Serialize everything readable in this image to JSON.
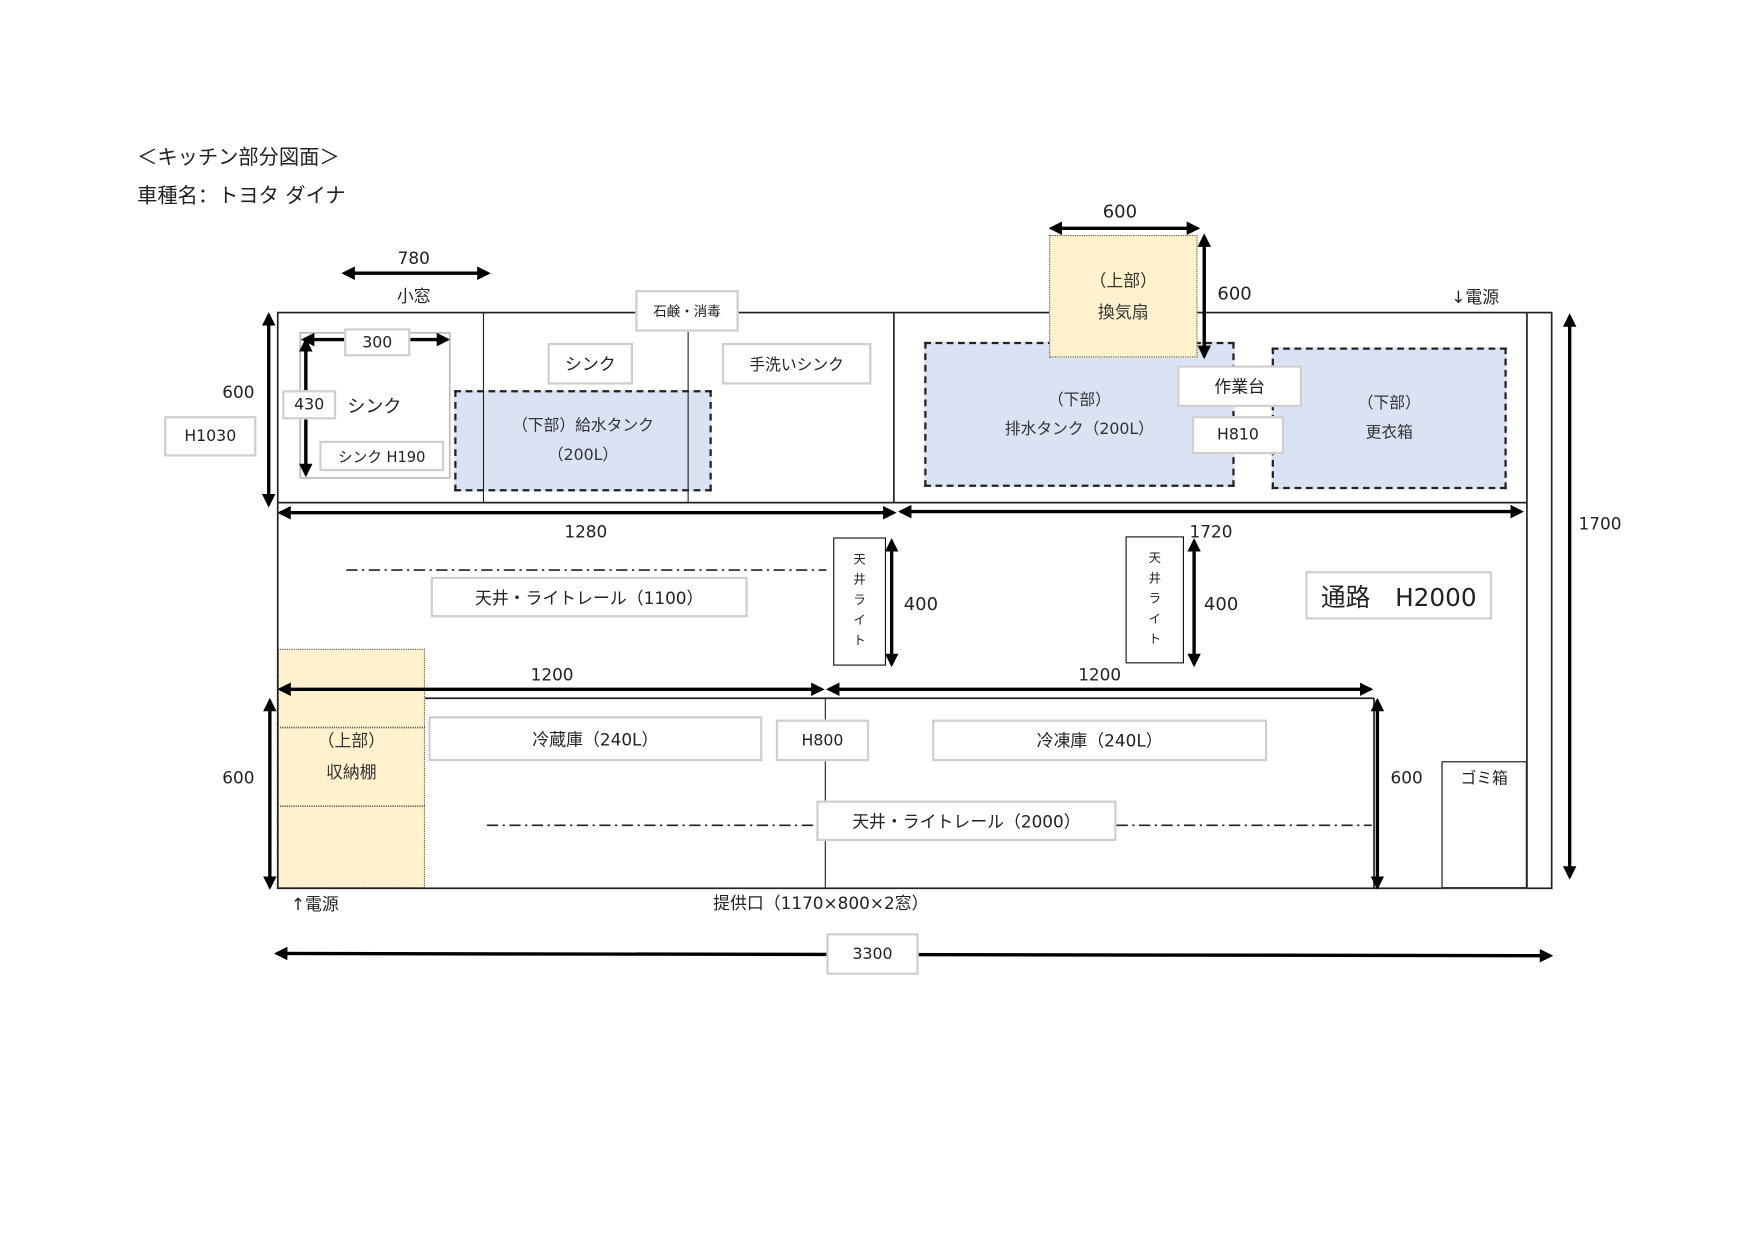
{
  "title": "＜キッチン部分図面＞",
  "vehicle": "車種名：トヨタ ダイナ",
  "dims": {
    "window_width": "780",
    "window_label": "小窓",
    "sink_width": "300",
    "sink_depth": "430",
    "top_depth": "600",
    "top_height": "H1030",
    "sink_height": "シンク H190",
    "left_len": "1280",
    "right_len": "1720",
    "fan_w": "600",
    "fan_d": "600",
    "total_depth": "1700",
    "light_h1": "400",
    "light_h2": "400",
    "bottom_left_len": "1200",
    "bottom_right_len": "1200",
    "bottom_depth_left": "600",
    "bottom_depth_right": "600",
    "total_len": "3300",
    "workbench_height": "H810",
    "fridge_height": "H800",
    "aisle": "通路　H2000"
  },
  "labels": {
    "sink_small": "シンク",
    "soap": "石鹸・消毒",
    "sink": "シンク",
    "hand_sink": "手洗いシンク",
    "water_tank_1": "（下部）給水タンク",
    "water_tank_2": "（200L）",
    "fan_1": "（上部）",
    "fan_2": "換気扇",
    "drain_1": "（下部）",
    "drain_2": "排水タンク（200L）",
    "workbench": "作業台",
    "locker_1": "（下部）",
    "locker_2": "更衣箱",
    "power_top": "↓電源",
    "power_bottom": "↑電源",
    "rail_1100": "天井・ライトレール（1100）",
    "rail_2000": "天井・ライトレール（2000）",
    "ceiling_light": [
      "天",
      "井",
      "ラ",
      "イ",
      "ト"
    ],
    "storage_1": "（上部）",
    "storage_2": "収納棚",
    "fridge": "冷蔵庫（240L）",
    "freezer": "冷凍庫（240L）",
    "trash": "ゴミ箱",
    "serving": "提供口（1170×800×2窓）"
  }
}
